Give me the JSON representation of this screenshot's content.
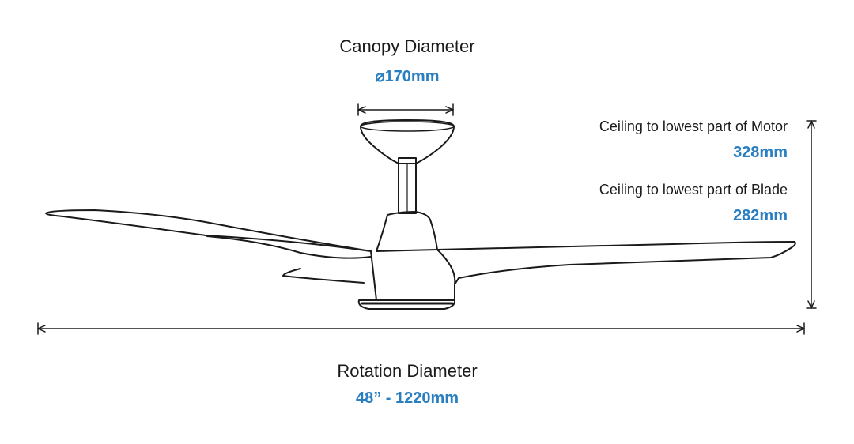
{
  "labels": {
    "canopy_title": "Canopy Diameter",
    "canopy_value": "⌀170mm",
    "motor_title": "Ceiling to lowest part of Motor",
    "motor_value": "328mm",
    "blade_title": "Ceiling to lowest part of Blade",
    "blade_value": "282mm",
    "rotation_title": "Rotation Diameter",
    "rotation_value": "48” - 1220mm"
  },
  "colors": {
    "accent": "#2a7fc1",
    "line": "#1a1a1a",
    "background": "#ffffff"
  }
}
